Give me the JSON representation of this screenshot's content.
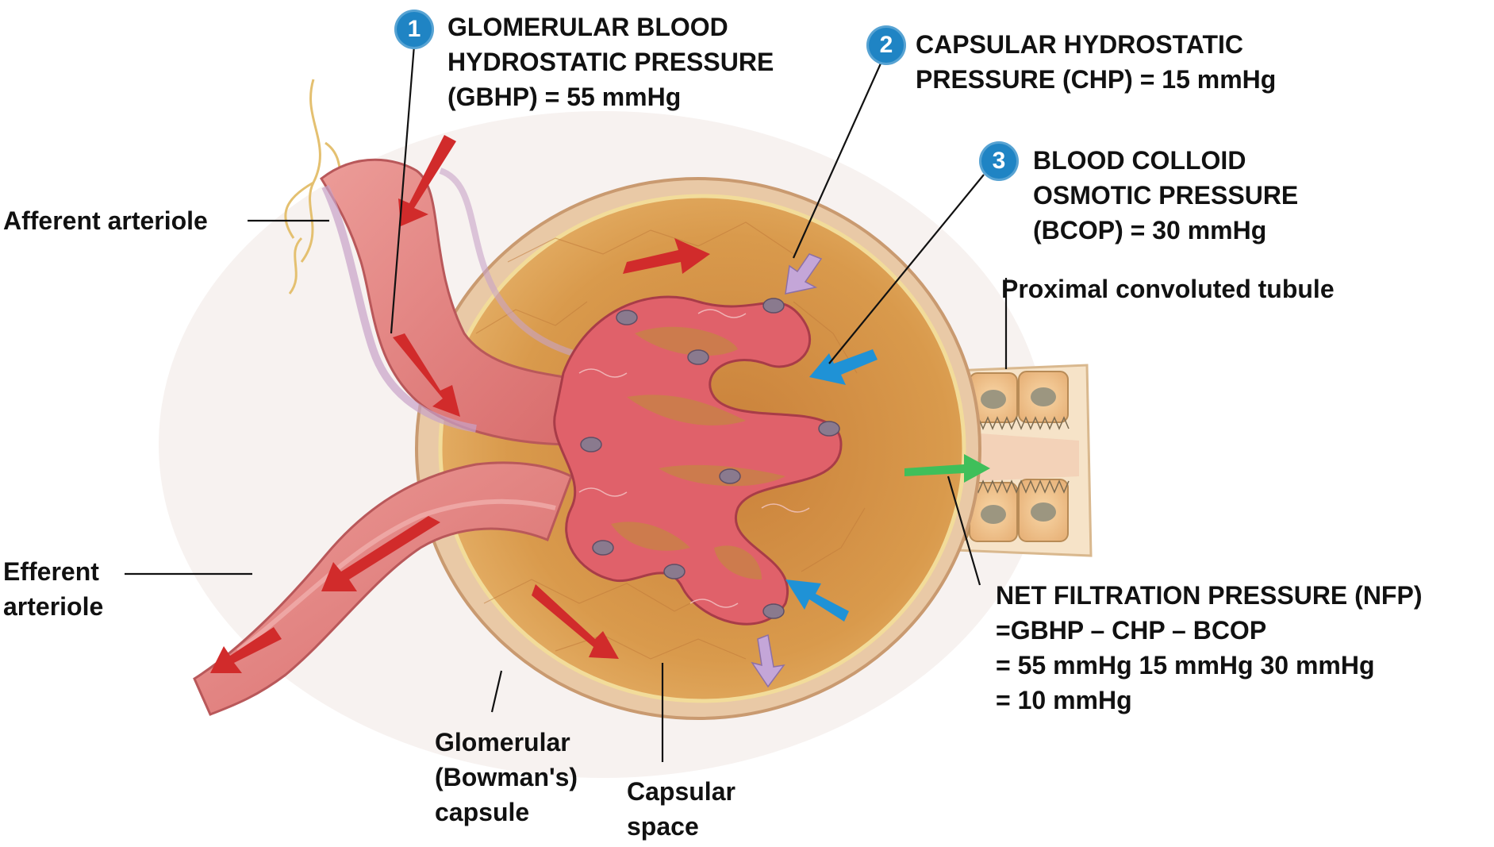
{
  "colors": {
    "badge": "#1f84c4",
    "blood_arrow": "#d12b2b",
    "capsular_arrow": "#c4a6d8",
    "colloid_arrow": "#1f92d6",
    "filtration_arrow": "#3fbf5a",
    "capsule_wall": "#e8c7a0",
    "capsular_space": "#d89a4a",
    "capillary": "#e0616a",
    "arteriole": "#e58a88"
  },
  "pressures": [
    {
      "number": "1",
      "lines": [
        "GLOMERULAR BLOOD",
        "HYDROSTATIC PRESSURE",
        "(GBHP) = 55 mmHg"
      ]
    },
    {
      "number": "2",
      "lines": [
        "CAPSULAR HYDROSTATIC",
        "PRESSURE (CHP) = 15 mmHg"
      ]
    },
    {
      "number": "3",
      "lines": [
        "BLOOD COLLOID",
        "OSMOTIC PRESSURE",
        "(BCOP) = 30 mmHg"
      ]
    }
  ],
  "labels": {
    "afferent": "Afferent arteriole",
    "efferent": [
      "Efferent",
      "arteriole"
    ],
    "pct": "Proximal convoluted tubule",
    "capsule": [
      "Glomerular",
      "(Bowman's)",
      "capsule"
    ],
    "space": [
      "Capsular",
      "space"
    ]
  },
  "nfp": [
    "NET FILTRATION PRESSURE (NFP)",
    "=GBHP – CHP – BCOP",
    "= 55 mmHg 15 mmHg 30 mmHg",
    "= 10 mmHg"
  ]
}
